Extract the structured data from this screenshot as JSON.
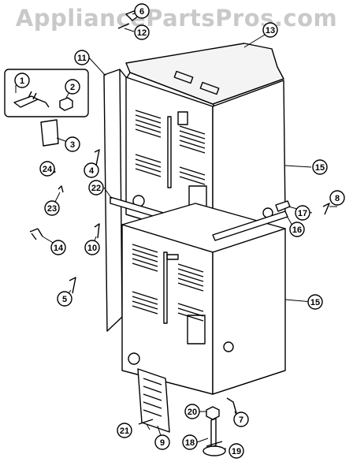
{
  "watermark": "AppliancePartsPros.com",
  "callouts": {
    "c1": "1",
    "c2": "2",
    "c3": "3",
    "c4": "4",
    "c5": "5",
    "c6": "6",
    "c7": "7",
    "c8": "8",
    "c9": "9",
    "c10": "10",
    "c11": "11",
    "c12": "12",
    "c13": "13",
    "c14": "14",
    "c15a": "15",
    "c15b": "15",
    "c16": "16",
    "c17": "17",
    "c18": "18",
    "c19": "19",
    "c20": "20",
    "c21": "21",
    "c22": "22",
    "c23": "23",
    "c24": "24"
  }
}
